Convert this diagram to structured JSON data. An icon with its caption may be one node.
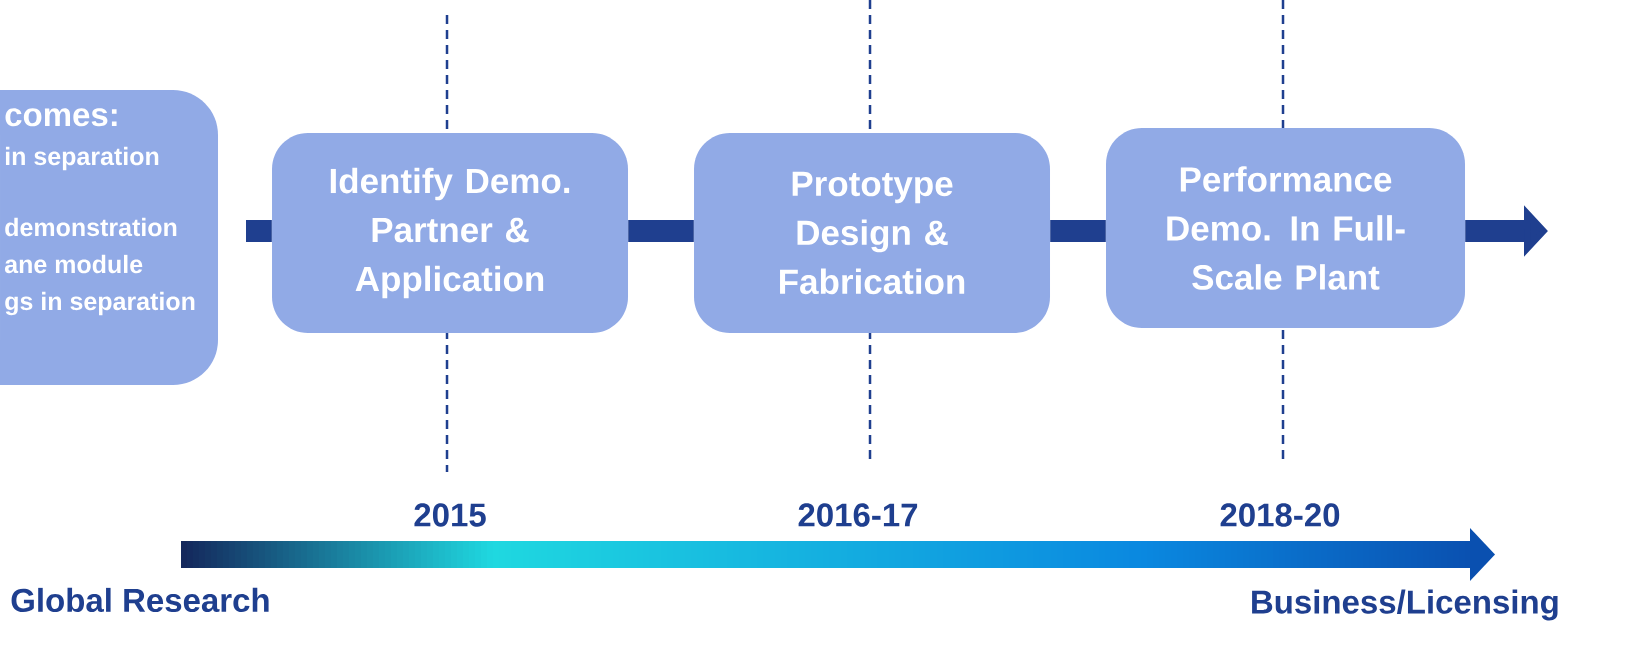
{
  "diagram": {
    "nodes": [
      {
        "text": [
          "comes:",
          "in separation",
          "demonstration",
          "ane module",
          "gs in separation"
        ]
      },
      {
        "text": [
          "Identify Demo. Partner & Application"
        ]
      },
      {
        "text": [
          "Prototype Design & Fabrication"
        ]
      },
      {
        "text": [
          "Performance Demo. In Full-Scale Plant"
        ]
      }
    ],
    "edges": [
      {
        "from": 0,
        "to": 1,
        "arrow": "none"
      },
      {
        "from": 1,
        "to": 2,
        "arrow": "none"
      },
      {
        "from": 2,
        "to": 3,
        "arrow": "none"
      },
      {
        "from": 3,
        "to": null,
        "arrow": "to"
      }
    ],
    "labels": [
      "2015",
      "2016-17",
      "2018-20",
      "Global Research",
      "Business/Licensing"
    ]
  }
}
